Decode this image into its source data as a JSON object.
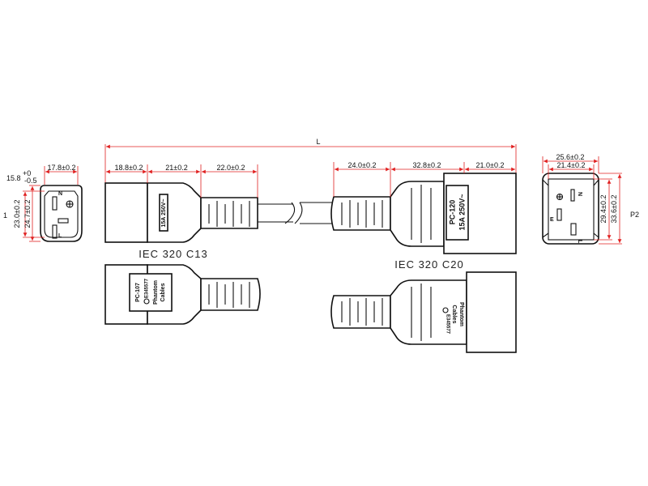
{
  "overall_length": "L",
  "p1": {
    "label": "1",
    "dims": {
      "width": "17.8±0.2",
      "height_a": "15.8",
      "height_a_tol_upper": "+0",
      "height_a_tol_lower": "-0.5",
      "height_b": "23.0±0.2",
      "height_c": "24.7±0.2"
    },
    "pins": {
      "n": "N",
      "l": "L"
    }
  },
  "p2": {
    "label": "P2",
    "dims": {
      "outer_width": "25.6±0.2",
      "inner_width": "21.4±0.2",
      "inner_height": "29.4±0.2",
      "outer_height": "33.6±0.2"
    },
    "pins": {
      "n": "N",
      "e": "E",
      "l": "L"
    }
  },
  "c13": {
    "title": "IEC 320 C13",
    "dims": {
      "d1": "18.8±0.2",
      "d2": "21±0.2",
      "d3": "22.0±0.2"
    },
    "mark_top": "15A 250V~",
    "mark_model": "PC-107",
    "mark_ul": "E345577",
    "mark_brand_1": "Phantom",
    "mark_brand_2": "Cables"
  },
  "c20": {
    "title": "IEC 320 C20",
    "dims": {
      "d1": "24.0±0.2",
      "d2": "32.8±0.2",
      "d3": "21.0±0.2"
    },
    "mark_model": "PC-120",
    "mark_rating": "15A 250V~",
    "mark_ul": "E345577",
    "mark_brand_1": "Phantom",
    "mark_brand_2": "Cables"
  },
  "colors": {
    "dimension": "#e02020",
    "outline": "#111111"
  }
}
